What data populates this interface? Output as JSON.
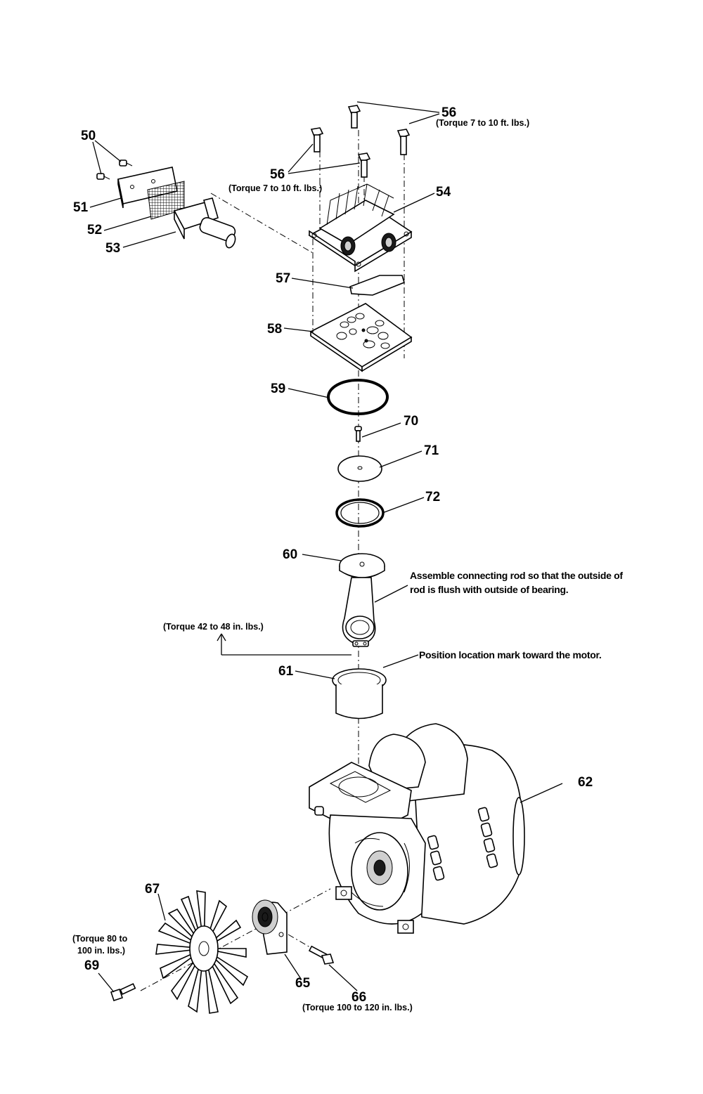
{
  "callouts": {
    "p50": "50",
    "p51": "51",
    "p52": "52",
    "p53": "53",
    "p54": "54",
    "p56a": "56",
    "p56b": "56",
    "p57": "57",
    "p58": "58",
    "p59": "59",
    "p60": "60",
    "p61": "61",
    "p62": "62",
    "p65": "65",
    "p66": "66",
    "p67": "67",
    "p69": "69",
    "p70": "70",
    "p71": "71",
    "p72": "72"
  },
  "notes": {
    "torque_56_right": "(Torque 7 to 10 ft. lbs.)",
    "torque_56_left": "(Torque 7 to 10 ft. lbs.)",
    "torque_rod": "(Torque 42 to 48 in. lbs.)",
    "torque_69_line1": "(Torque 80 to",
    "torque_69_line2": "100 in. lbs.)",
    "torque_66": "(Torque 100 to 120 in. lbs.)"
  },
  "annotations": {
    "rod_line1": "Assemble connecting rod so that the outside of",
    "rod_line2": "rod is flush with outside of bearing.",
    "bearing_mark": "Position location mark toward the motor."
  }
}
